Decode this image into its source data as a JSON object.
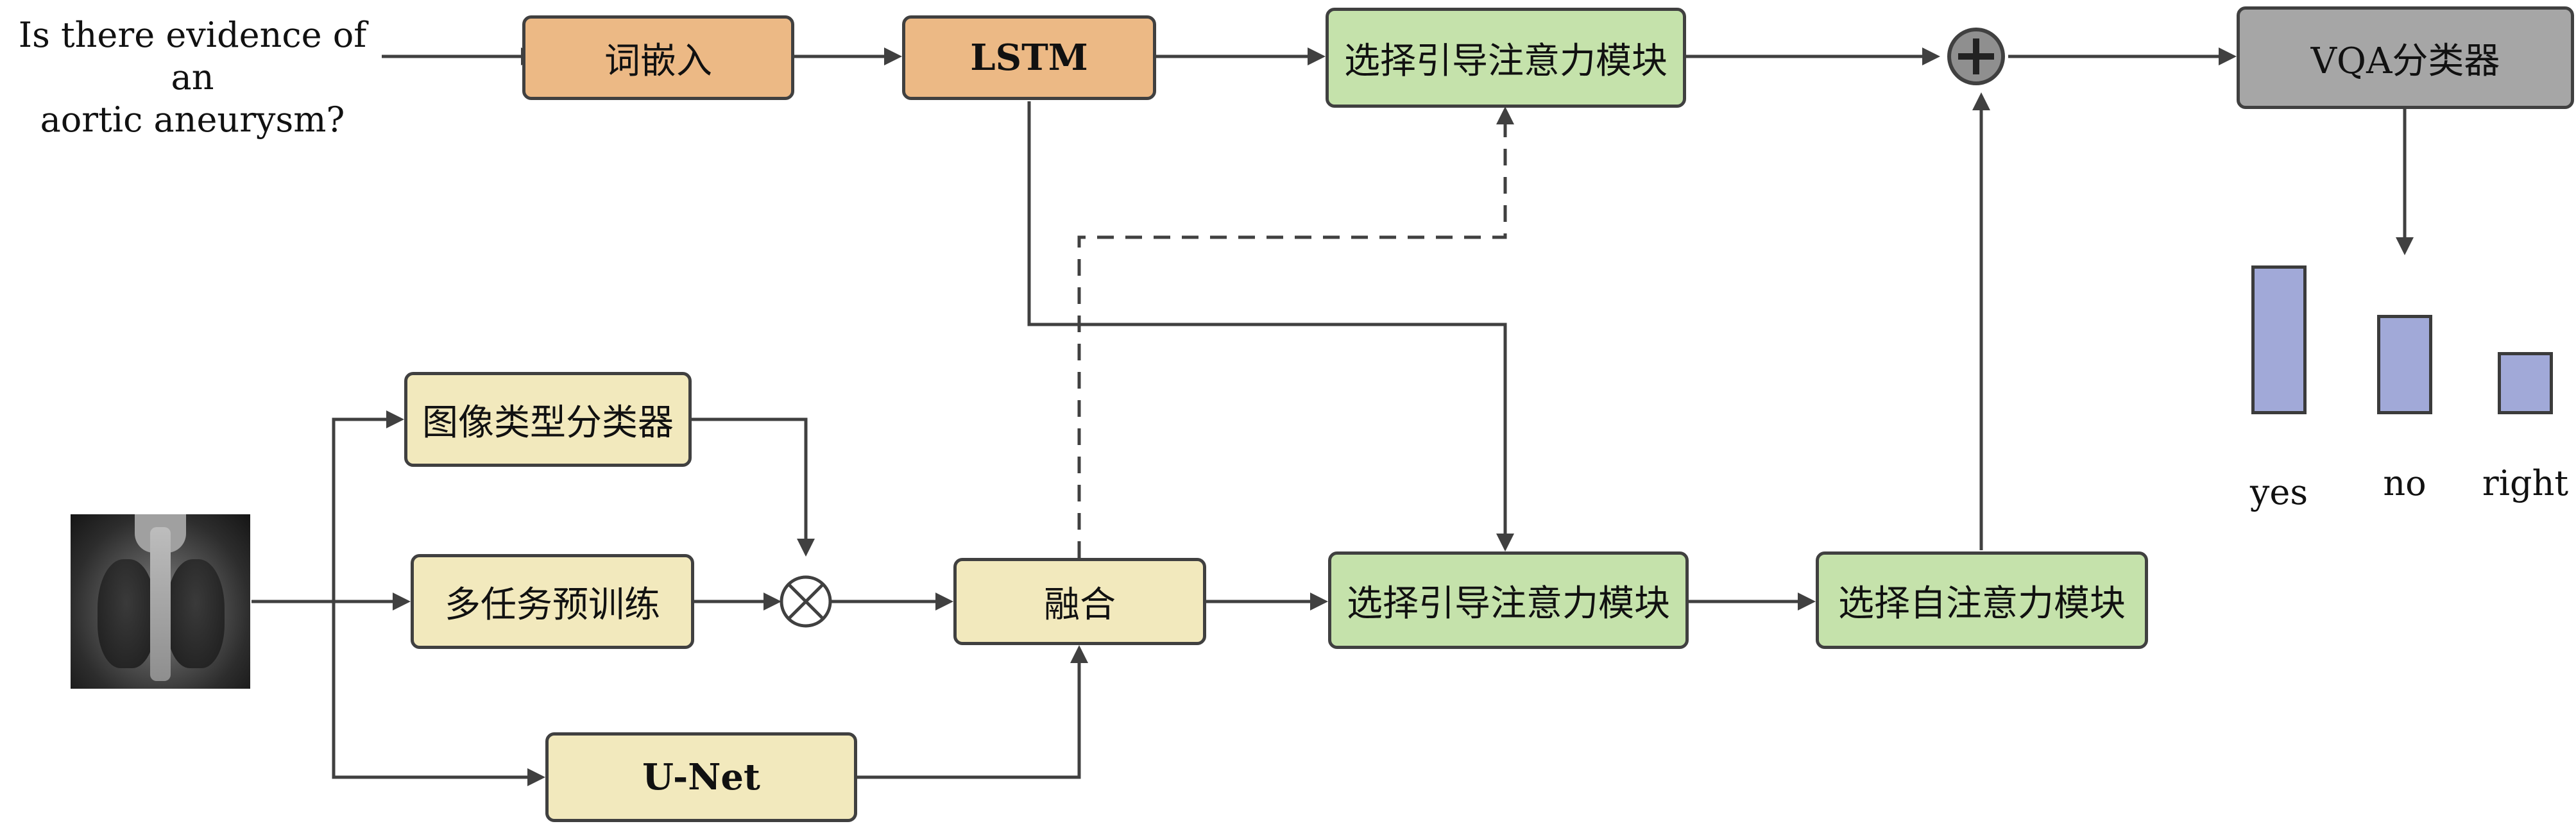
{
  "question": {
    "line1": "Is there evidence of an",
    "line2": "aortic aneurysm?"
  },
  "nodes": {
    "word_embedding": "词嵌入",
    "lstm": "LSTM",
    "guided_attention_top": "选择引导注意力模块",
    "vqa_classifier": "VQA分类器",
    "image_type_classifier": "图像类型分类器",
    "multitask_pretraining": "多任务预训练",
    "fusion": "融合",
    "guided_attention_bottom": "选择引导注意力模块",
    "self_attention": "选择自注意力模块",
    "unet": "U-Net"
  },
  "operators": {
    "sum_symbol": "+",
    "product_symbol": "×"
  },
  "input_image": {
    "icon": "chest-xray-image"
  },
  "colors": {
    "text_encoder": "#ecb985",
    "attention": "#c5e2ab",
    "image_encoder": "#f2e9bd",
    "classifier": "#a6a6a6",
    "output_bar": "#a1a9d8",
    "line": "#404040"
  },
  "chart_data": {
    "type": "bar",
    "categories": [
      "yes",
      "no",
      "right"
    ],
    "values": [
      1.0,
      0.67,
      0.42
    ]
  }
}
